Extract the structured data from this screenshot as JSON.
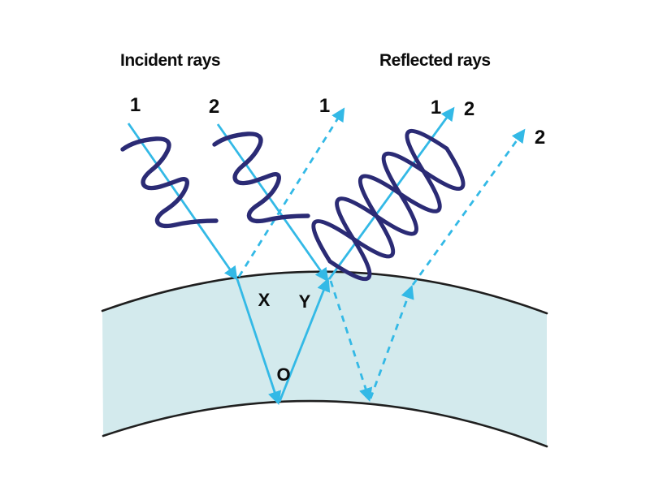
{
  "figure": {
    "heading_incident": "Incident rays",
    "heading_reflected": "Reflected rays",
    "ray_labels": {
      "incident_ray_1": "1",
      "incident_ray_2": "2",
      "reflected_ray_1_dashed": "1",
      "reflected_ray_1_solid": "1",
      "reflected_ray_2_solid": "2",
      "reflected_ray_2_dashed": "2"
    },
    "surface_points": {
      "x": "X",
      "y": "Y",
      "o": "O"
    }
  },
  "colors": {
    "ray": "#33b9e6",
    "wave": "#2b2b75",
    "film_fill": "#d3eaed",
    "film_stroke": "#1f1f1f",
    "text": "#0c0c0c",
    "background": "#ffffff"
  }
}
